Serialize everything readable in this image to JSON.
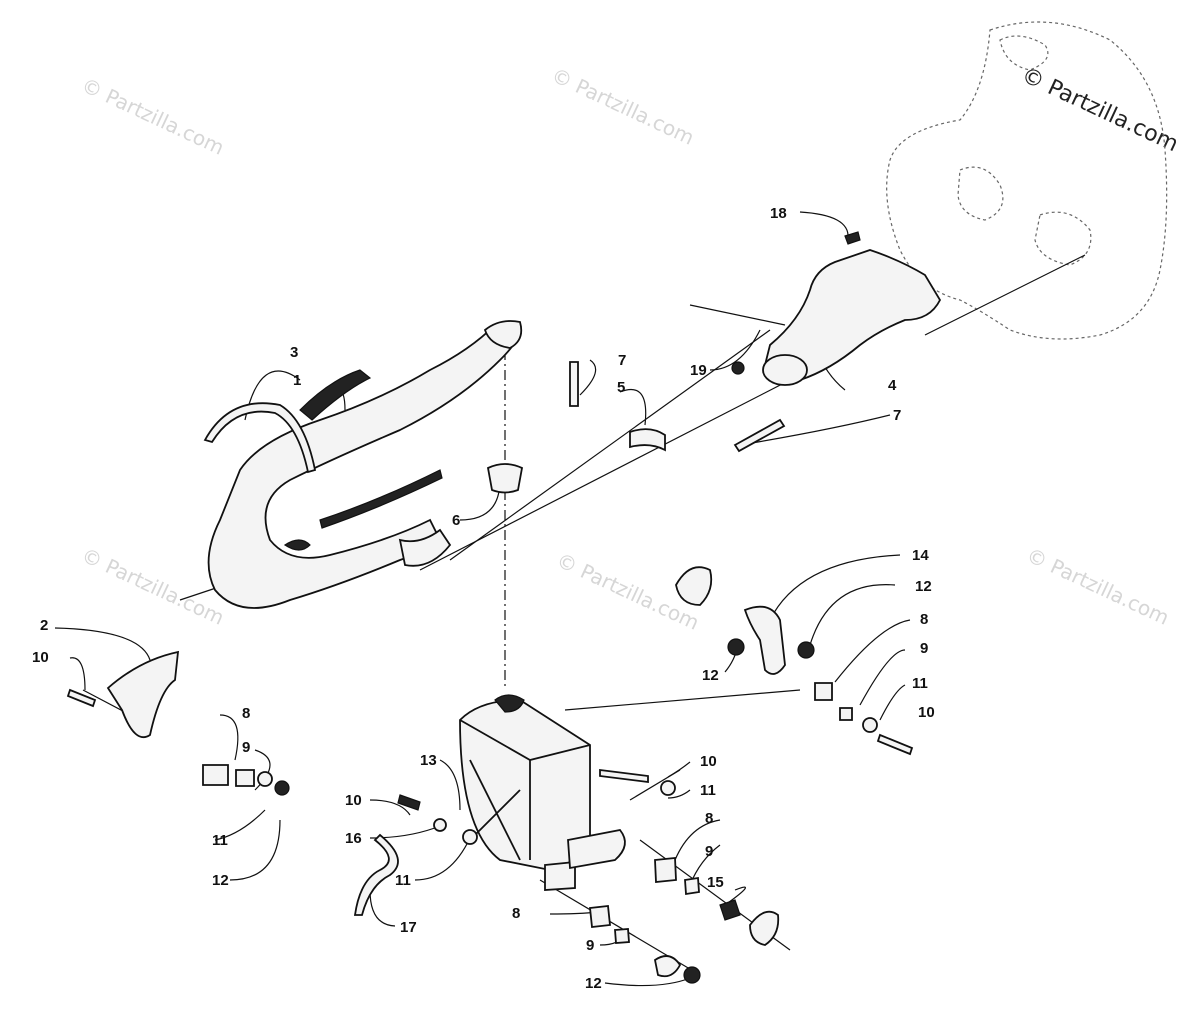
{
  "watermark": {
    "brand": "© Partzilla.com",
    "faint": "© Partzilla.com"
  },
  "callouts": [
    {
      "id": "c-1",
      "text": "1"
    },
    {
      "id": "c-2",
      "text": "2"
    },
    {
      "id": "c-3",
      "text": "3"
    },
    {
      "id": "c-4",
      "text": "4"
    },
    {
      "id": "c-5",
      "text": "5"
    },
    {
      "id": "c-6",
      "text": "6"
    },
    {
      "id": "c-7a",
      "text": "7"
    },
    {
      "id": "c-7b",
      "text": "7"
    },
    {
      "id": "c-8a",
      "text": "8"
    },
    {
      "id": "c-8b",
      "text": "8"
    },
    {
      "id": "c-8c",
      "text": "8"
    },
    {
      "id": "c-8d",
      "text": "8"
    },
    {
      "id": "c-9a",
      "text": "9"
    },
    {
      "id": "c-9b",
      "text": "9"
    },
    {
      "id": "c-9c",
      "text": "9"
    },
    {
      "id": "c-9d",
      "text": "9"
    },
    {
      "id": "c-10a",
      "text": "10"
    },
    {
      "id": "c-10b",
      "text": "10"
    },
    {
      "id": "c-10c",
      "text": "10"
    },
    {
      "id": "c-10d",
      "text": "10"
    },
    {
      "id": "c-11a",
      "text": "11"
    },
    {
      "id": "c-11b",
      "text": "11"
    },
    {
      "id": "c-11c",
      "text": "11"
    },
    {
      "id": "c-11d",
      "text": "11"
    },
    {
      "id": "c-12a",
      "text": "12"
    },
    {
      "id": "c-12b",
      "text": "12"
    },
    {
      "id": "c-12c",
      "text": "12"
    },
    {
      "id": "c-12d",
      "text": "12"
    },
    {
      "id": "c-13",
      "text": "13"
    },
    {
      "id": "c-14",
      "text": "14"
    },
    {
      "id": "c-15",
      "text": "15"
    },
    {
      "id": "c-16",
      "text": "16"
    },
    {
      "id": "c-17",
      "text": "17"
    },
    {
      "id": "c-18",
      "text": "18"
    },
    {
      "id": "c-19",
      "text": "19"
    }
  ]
}
